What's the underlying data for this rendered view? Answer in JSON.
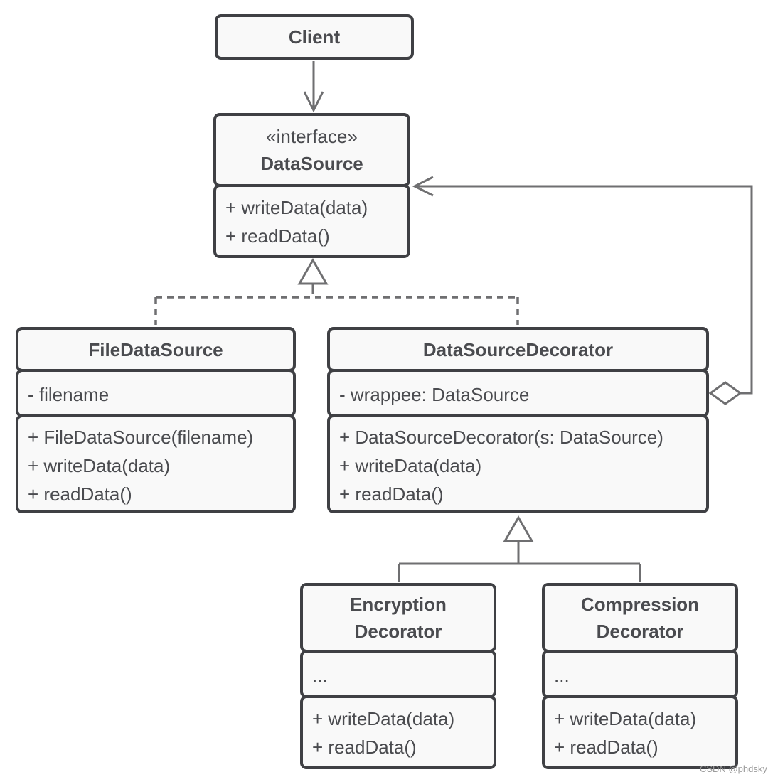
{
  "diagram": {
    "type": "uml-class-diagram",
    "pattern": "Decorator",
    "relationships": [
      {
        "from": "Client",
        "to": "DataSource",
        "kind": "dependency-arrow"
      },
      {
        "from": "FileDataSource",
        "to": "DataSource",
        "kind": "realization-dashed-hollow-triangle"
      },
      {
        "from": "DataSourceDecorator",
        "to": "DataSource",
        "kind": "realization-dashed-hollow-triangle"
      },
      {
        "from": "DataSourceDecorator",
        "to": "DataSource",
        "kind": "aggregation-diamond-arrow"
      },
      {
        "from": "EncryptionDecorator",
        "to": "DataSourceDecorator",
        "kind": "inheritance-hollow-triangle"
      },
      {
        "from": "CompressionDecorator",
        "to": "DataSourceDecorator",
        "kind": "inheritance-hollow-triangle"
      }
    ]
  },
  "classes": {
    "client": {
      "name": "Client"
    },
    "data_source": {
      "stereotype": "«interface»",
      "name": "DataSource",
      "methods": [
        "+ writeData(data)",
        "+ readData()"
      ]
    },
    "file_data_source": {
      "name": "FileDataSource",
      "attributes": [
        "- filename"
      ],
      "methods": [
        "+ FileDataSource(filename)",
        "+ writeData(data)",
        "+ readData()"
      ]
    },
    "data_source_decorator": {
      "name": "DataSourceDecorator",
      "attributes": [
        "- wrappee: DataSource"
      ],
      "methods": [
        "+ DataSourceDecorator(s: DataSource)",
        "+ writeData(data)",
        "+ readData()"
      ]
    },
    "encryption_decorator": {
      "name_line1": "Encryption",
      "name_line2": "Decorator",
      "attributes": [
        "..."
      ],
      "methods": [
        "+ writeData(data)",
        "+ readData()"
      ]
    },
    "compression_decorator": {
      "name_line1": "Compression",
      "name_line2": "Decorator",
      "attributes": [
        "..."
      ],
      "methods": [
        "+ writeData(data)",
        "+ readData()"
      ]
    }
  },
  "watermark": "CSDN @phdsky",
  "colors": {
    "box-border": "#3f4044",
    "box-fill": "#f9f9f9",
    "text": "#4a4b4f",
    "connector": "#6f6f71",
    "watermark": "#9b9b9b",
    "bg": "#ffffff"
  }
}
